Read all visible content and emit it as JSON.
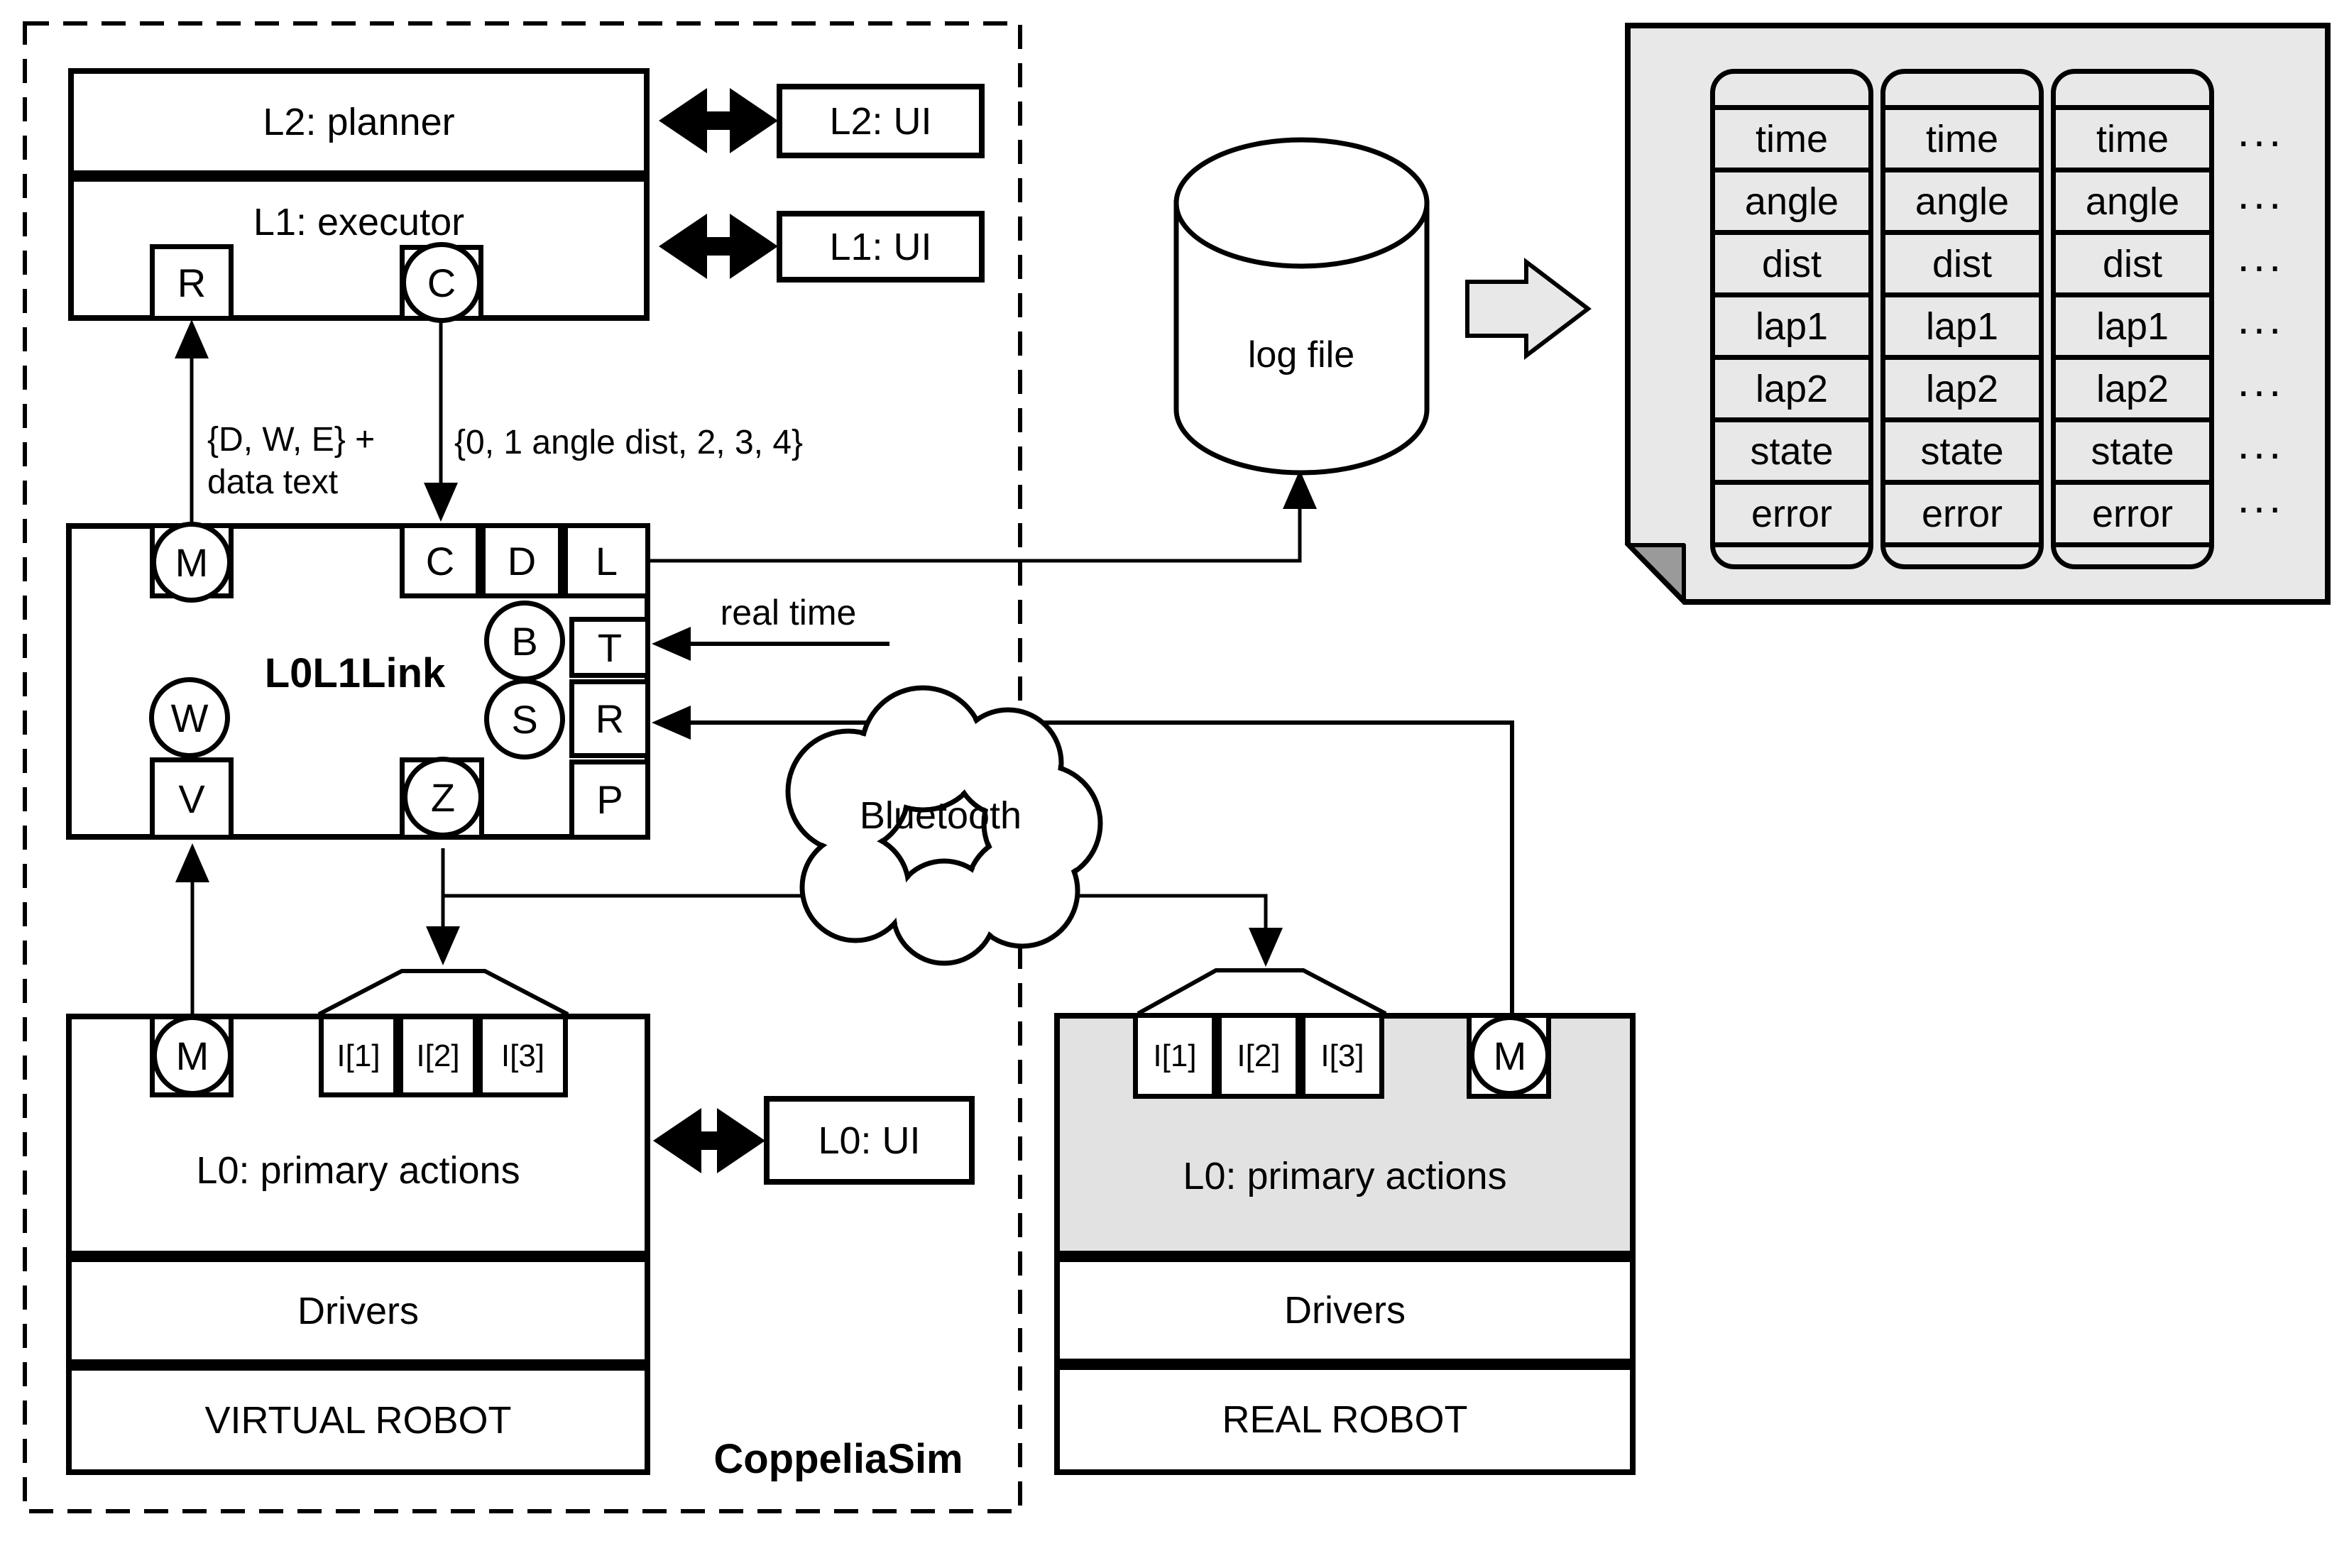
{
  "labels": {
    "l2_planner": "L2: planner",
    "l1_executor": "L1: executor",
    "l2_ui": "L2: UI",
    "l1_ui": "L1: UI",
    "l0_ui": "L0: UI",
    "link_title": "L0L1Link",
    "msg_up_1": "{D, W, E} +",
    "msg_up_2": "data text",
    "msg_down": "{0, 1 angle dist, 2, 3, 4}",
    "real_time": "real time",
    "bluetooth": "Bluetooth",
    "log_file": "log file",
    "l0_primary": "L0: primary actions",
    "drivers": "Drivers",
    "virtual_robot": "VIRTUAL ROBOT",
    "real_robot": "REAL ROBOT",
    "coppeliasim": "CoppeliaSim",
    "ellipsis": "..."
  },
  "ports": {
    "l1": {
      "r": "R",
      "c": "C"
    },
    "link": {
      "m": "M",
      "c": "C",
      "d": "D",
      "l": "L",
      "b": "B",
      "t": "T",
      "s": "S",
      "r": "R",
      "p": "P",
      "w": "W",
      "v": "V",
      "z": "Z"
    },
    "virtual": {
      "m": "M",
      "i1": "I[1]",
      "i2": "I[2]",
      "i3": "I[3]"
    },
    "real": {
      "m": "M",
      "i1": "I[1]",
      "i2": "I[2]",
      "i3": "I[3]"
    }
  },
  "table": {
    "columns": 3,
    "rows": [
      "time",
      "angle",
      "dist",
      "lap1",
      "lap2",
      "state",
      "error"
    ]
  },
  "colors": {
    "stroke": "#000000",
    "sheet_grey": "#e8e8e8",
    "real_l0_grey": "#e2e2e2",
    "fold_grey": "#9a9a9a",
    "block_arrow_grey": "#e8e8e8"
  }
}
